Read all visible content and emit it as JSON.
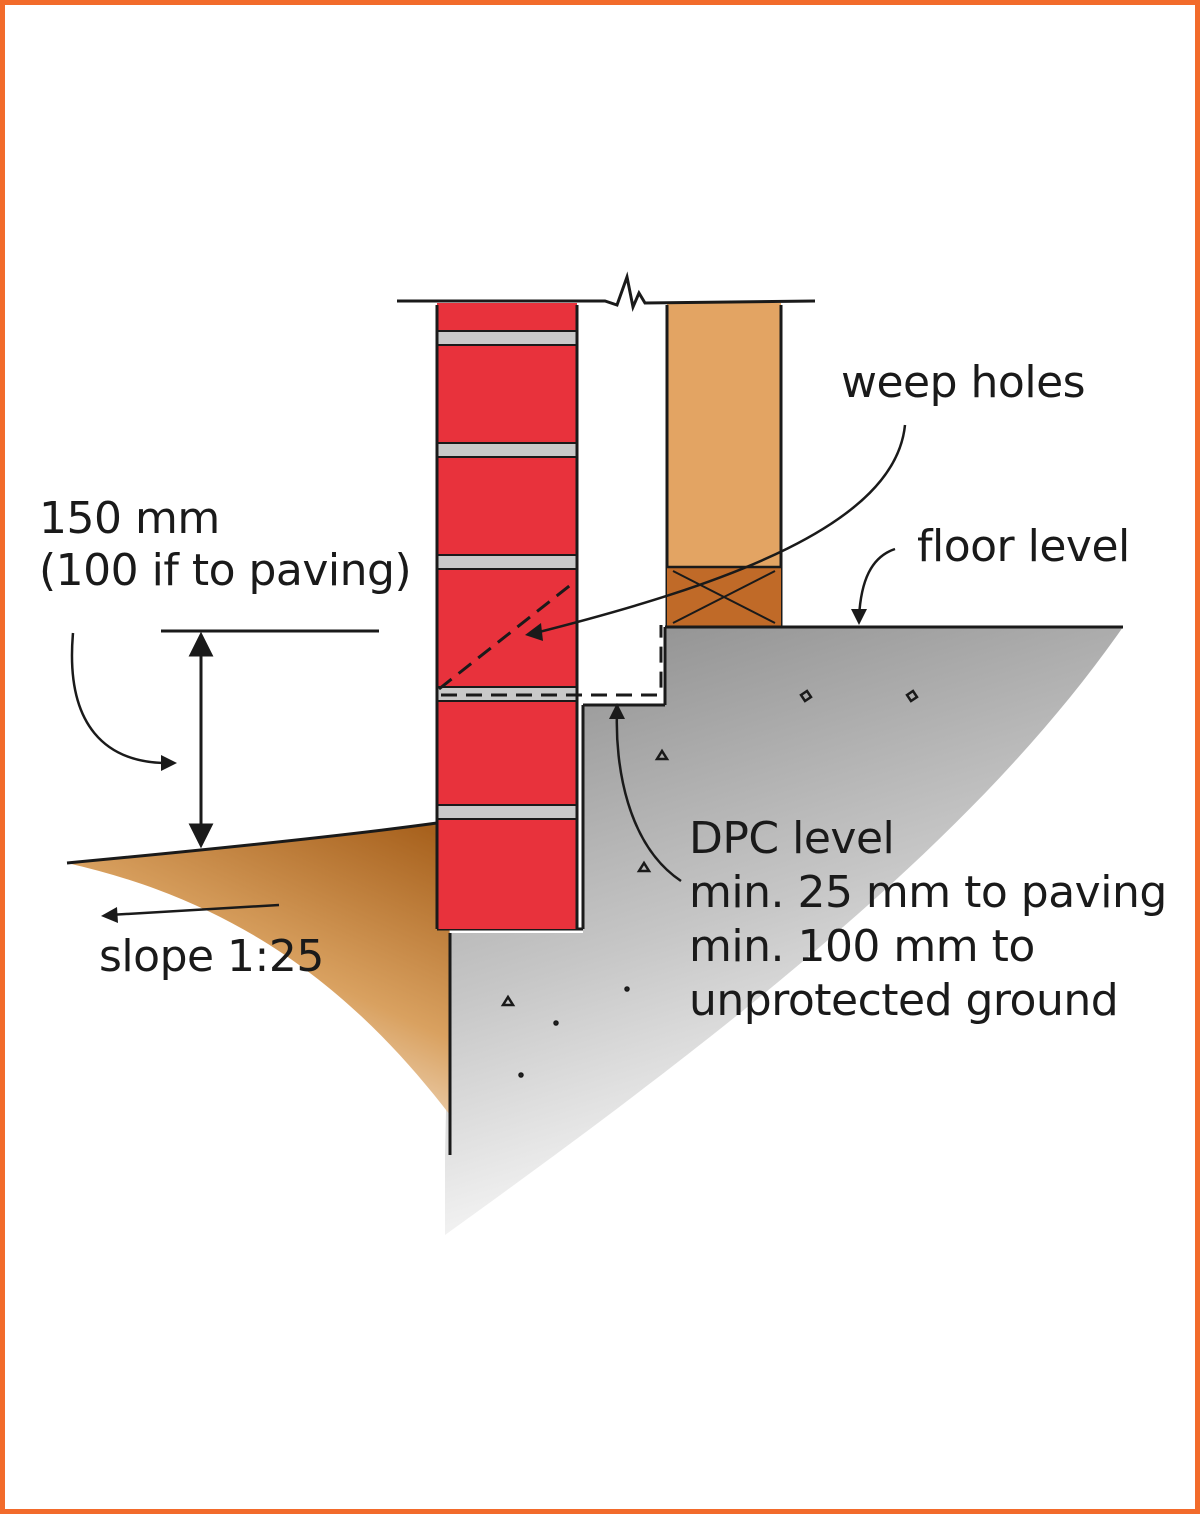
{
  "colors": {
    "border": "#f26b2b",
    "brick": "#e8323c",
    "mortar": "#c9c9c9",
    "timber_wall": "#e3a463",
    "bearer": "#c06a28",
    "concrete": "#8f8f8f",
    "ground": "#b8732c",
    "outline": "#1a1a1a"
  },
  "labels": {
    "weep_holes": "weep holes",
    "floor_level": "floor level",
    "clearance_line1": "150 mm",
    "clearance_line2": "(100 if to paving)",
    "dpc_line1": "DPC level",
    "dpc_line2": "min. 25 mm to paving",
    "dpc_line3": "min. 100 mm to",
    "dpc_line4": "unprotected ground",
    "slope": "slope 1:25"
  }
}
